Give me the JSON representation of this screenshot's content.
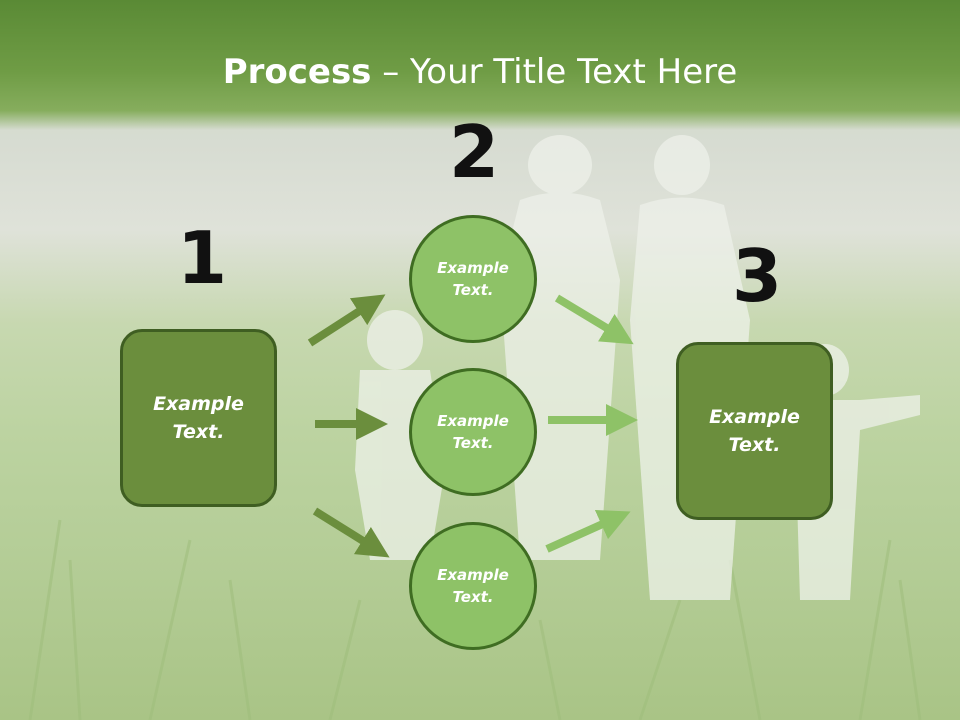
{
  "title": {
    "bold": "Process",
    "rest": " – Your Title Text Here"
  },
  "steps": {
    "one": {
      "number": "1",
      "text": "Example Text."
    },
    "two": {
      "number": "2",
      "items": [
        "Example Text.",
        "Example Text.",
        "Example Text."
      ]
    },
    "three": {
      "number": "3",
      "text": "Example Text."
    }
  },
  "colors": {
    "header": "#5a8a35",
    "box": "#6b8e3d",
    "circle": "#8ec267",
    "arrow_dark": "#6b8e3d",
    "arrow_light": "#8ec267"
  }
}
